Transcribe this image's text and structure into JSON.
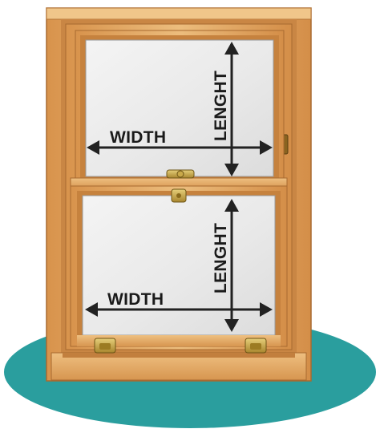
{
  "labels": {
    "upper_width": "WIDTH",
    "upper_length": "LENGHT",
    "lower_width": "WIDTH",
    "lower_length": "LENGHT"
  },
  "colors": {
    "base_ellipse": "#2a9e9e",
    "wood_light": "#eab978",
    "wood_mid": "#d99a55",
    "wood_dark": "#b8763a",
    "glass": "#ededed",
    "arrow": "#222222",
    "hardware": "#c9a94a"
  },
  "icons": {
    "sash_lock": "sash-lock-icon",
    "sash_lifts": "sash-lift-icon"
  }
}
